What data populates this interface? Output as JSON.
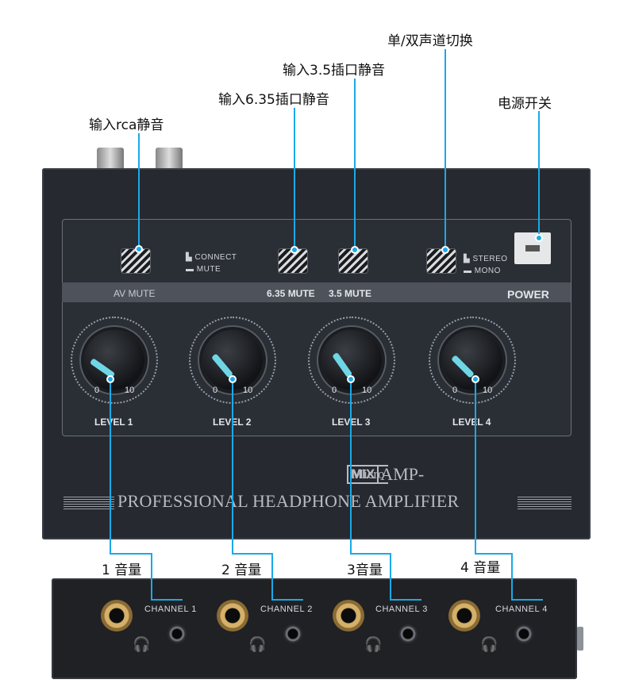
{
  "callouts": {
    "rca_mute": "输入rca静音",
    "mute_635": "输入6.35插口静音",
    "mute_35": "输入3.5插口静音",
    "mono_stereo": "单/双声道切换",
    "power_switch": "电源开关",
    "vol1": "1 音量",
    "vol2": "2 音量",
    "vol3": "3音量",
    "vol4": "4 音量"
  },
  "panel": {
    "connect": "CONNECT",
    "mute": "MUTE",
    "stereo": "STEREO",
    "mono": "MONO",
    "av_mute": "AV MUTE",
    "mute_635": "6.35 MUTE",
    "mute_35": "3.5 MUTE",
    "power": "POWER",
    "scale_min": "0",
    "scale_max": "10",
    "levels": [
      "LEVEL 1",
      "LEVEL 2",
      "LEVEL 3",
      "LEVEL 4"
    ]
  },
  "brand": {
    "micro": "Micro",
    "mix": "MIX",
    "amp": "AMP-",
    "tagline": "PROFESSIONAL HEADPHONE AMPLIFIER"
  },
  "front": {
    "channels": [
      "CHANNEL 1",
      "CHANNEL 2",
      "CHANNEL 3",
      "CHANNEL 4"
    ],
    "headphone_icon": "headphone-icon"
  },
  "colors": {
    "accent_line": "#1aa9e8",
    "knob_pointer": "#6fd6e6",
    "device_body": "#26292f"
  }
}
